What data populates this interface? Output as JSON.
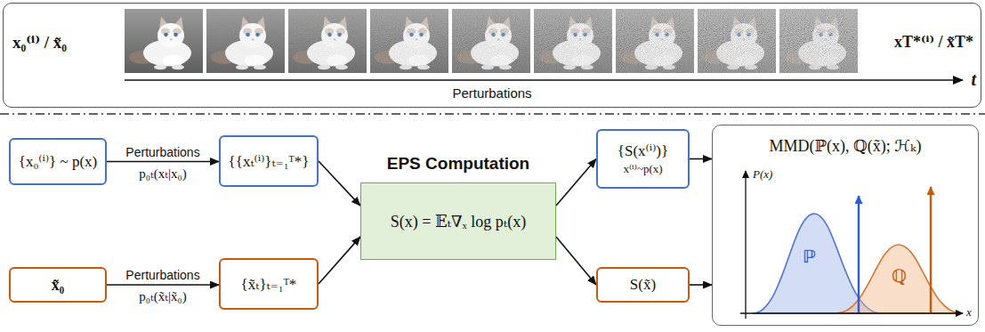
{
  "diagram": {
    "nodes": [
      {
        "text": [
          "x₀⁽ⁱ⁾ / x̃₀",
          "xT*⁽ⁱ⁾ / x̃T*",
          "Perturbations",
          "t"
        ]
      },
      {
        "text": [
          "{x₀⁽ⁱ⁾} ~ p(x)"
        ]
      },
      {
        "text": [
          "{{xₜ⁽ⁱ⁾}ₜ₌₁ᵀ*}"
        ]
      },
      {
        "text": [
          "x̃₀"
        ]
      },
      {
        "text": [
          "{x̃ₜ}ₜ₌₁ᵀ*"
        ]
      },
      {
        "text": [
          "EPS Computation",
          "S(x) = 𝔼ₜ∇ₓ log pₜ(x)"
        ]
      },
      {
        "text": [
          "{S(x⁽ⁱ⁾)}",
          "x⁽ⁱ⁾~p(x)"
        ]
      },
      {
        "text": [
          "S(x̃)"
        ]
      },
      {
        "text": [
          "MMD(ℙ(x), ℚ(x̃); ℋₖ)"
        ]
      }
    ],
    "edges": [
      {
        "from": 1,
        "to": 2,
        "arrow": "to",
        "label": "Perturbations"
      },
      {
        "from": 3,
        "to": 4,
        "arrow": "to",
        "label": "Perturbations"
      },
      {
        "from": 2,
        "to": 5,
        "arrow": "to"
      },
      {
        "from": 4,
        "to": 5,
        "arrow": "to"
      },
      {
        "from": 5,
        "to": 6,
        "arrow": "to"
      },
      {
        "from": 5,
        "to": 7,
        "arrow": "to"
      },
      {
        "from": 6,
        "to": 8,
        "arrow": "to"
      },
      {
        "from": 7,
        "to": 8,
        "arrow": "to"
      }
    ],
    "labels": [
      "p₀ₜ(xₜ|x₀)",
      "p₀ₜ(x̃ₜ|x̃₀)",
      "P(x)",
      "x",
      "ℙ",
      "ℚ"
    ]
  }
}
